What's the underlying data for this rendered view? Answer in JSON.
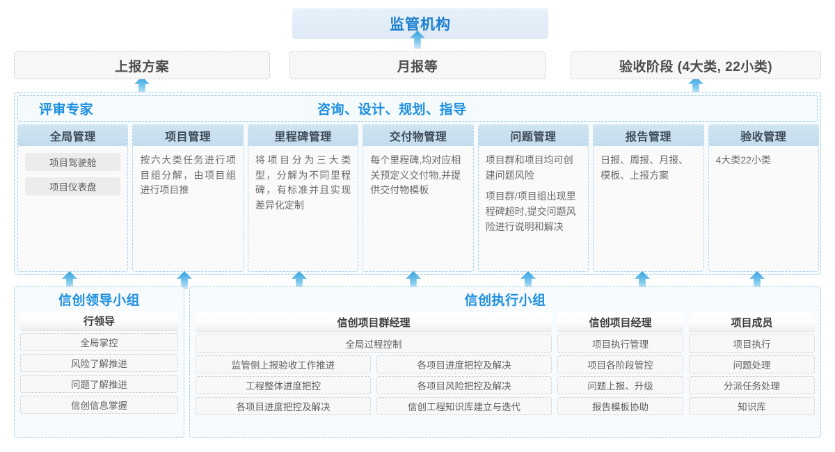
{
  "top": {
    "regulator": "监管机构",
    "reports": [
      "上报方案",
      "月报等",
      "验收阶段 (4大类, 22小类)"
    ]
  },
  "middle": {
    "titles": [
      "评审专家",
      "咨询、设计、规划、指导"
    ],
    "columns": [
      {
        "head": "全局管理",
        "pills": [
          "项目驾驶舱",
          "项目仪表盘"
        ],
        "paragraphs": []
      },
      {
        "head": "项目管理",
        "pills": [],
        "paragraphs": [
          "按六大类任务进行项目组分解，由项目组进行项目推"
        ]
      },
      {
        "head": "里程碑管理",
        "pills": [],
        "paragraphs": [
          "将项目分为三大类型，分解为不同里程碑，有标准并且实现差异化定制"
        ]
      },
      {
        "head": "交付物管理",
        "pills": [],
        "paragraphs": [
          "每个里程碑,均对应相关预定义交付物,并提供交付物模板"
        ]
      },
      {
        "head": "问题管理",
        "pills": [],
        "paragraphs": [
          "项目群和项目均可创建问题风险",
          "项目群/项目组出现里程碑超时,提交问题风险进行说明和解决"
        ]
      },
      {
        "head": "报告管理",
        "pills": [],
        "paragraphs": [
          "日报、周报、月报、模板、上报方案"
        ]
      },
      {
        "head": "验收管理",
        "pills": [],
        "paragraphs": [
          "4大类22小类"
        ]
      }
    ]
  },
  "bottom": {
    "left_group": {
      "title": "信创领导小组",
      "role": "行领导",
      "items": [
        "全局掌控",
        "风险了解推进",
        "问题了解推进",
        "信创信息掌握"
      ]
    },
    "right_group": {
      "title": "信创执行小组",
      "program_manager": {
        "role": "信创项目群经理",
        "full_width_item": "全局过程控制",
        "left_items": [
          "监管侧上报验收工作推进",
          "工程整体进度把控",
          "各项目进度把控及解决"
        ],
        "right_items": [
          "各项目进度把控及解决",
          "各项目风险把控及解决",
          "信创工程知识库建立与迭代"
        ]
      },
      "project_manager": {
        "role": "信创项目经理",
        "items": [
          "项目执行管理",
          "项目各阶段管控",
          "问题上报、升级",
          "报告模板协助"
        ]
      },
      "member": {
        "role": "项目成员",
        "items": [
          "项目执行",
          "问题处理",
          "分派任务处理",
          "知识库"
        ]
      }
    }
  },
  "arrows": {
    "icon": "arrow-up-icon",
    "to_reports_x": [
      204,
      600,
      1000
    ],
    "to_middle_x": [
      100,
      265,
      430,
      594,
      759,
      923,
      1088
    ]
  },
  "colors": {
    "accent_blue": "#1d8fe0",
    "header_blue": "#c3dcee",
    "arrow_blue": "#35a3e0",
    "panel_grey": "#f7f7f7"
  }
}
